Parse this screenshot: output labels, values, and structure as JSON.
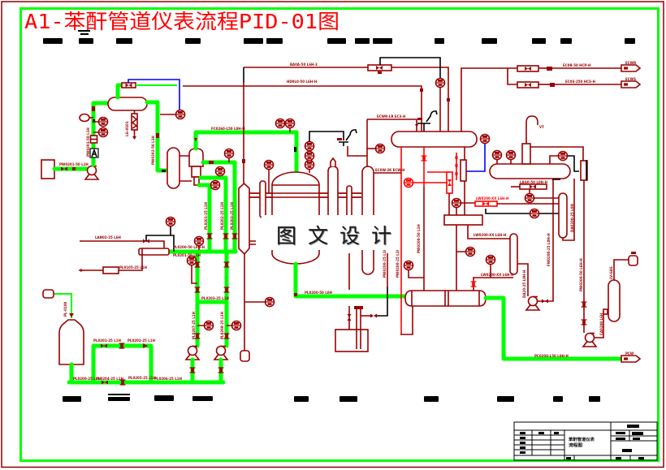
{
  "title": "A1-苯酐管道仪表流程PID-01图",
  "watermark": "图文设计",
  "colors": {
    "frame_outer": "#8b0000",
    "frame_inner": "#00ff00",
    "title": "#ff0000",
    "pipe": "#9a0000",
    "process_line": "#00ff00",
    "signal_blue": "#0000ff",
    "signal_black": "#000000",
    "instrument_red": "#ff0000"
  },
  "line_labels": [
    "BA0A-50 L6H-3",
    "HD0L0-50 L6H-H",
    "EC0R-50 HCP-H",
    "EC0S-250 HCS-H",
    "ECWR-LR EC3-H",
    "FC0260-L50 L0H-H",
    "PW0201-50 L1H",
    "LAN02-25 L6H",
    "PL0105-25 L1H",
    "PL0200-50 L0H-H",
    "PL0201-50 L1H",
    "PL0203-25 L1H",
    "PL0201-25 L1H",
    "PL0202-25 L1H",
    "PL0200-25 L1H",
    "PL0204-25 L1H",
    "PL0205-25 L1H",
    "PL0206-25 L1H",
    "PL0200-50 L0H",
    "EC0W-2K ECW-H",
    "LW0200-XX L6H-H",
    "LAG0-50 L0H-H",
    "LW0200-XX L6H-H",
    "LW0200-XX L6H-H",
    "PC0200-L50 L0H-H",
    "PW0201-50 L1H",
    "LG-0101",
    "PW0202-50 L1H",
    "PL0201-25 L1H",
    "PL0202-25 L1H",
    "PL0203-25 L1H",
    "PL0207-25 L1H",
    "PL0208-25 L1H",
    "PL-0100",
    "PW0200-25 L1H",
    "PW0200-25 L1H",
    "DA20-25 L0H-H",
    "FW0200-25 L0H-H",
    "PW0200-50 L6H-H",
    "LV-GAS",
    "CA0200 L6H",
    "DA0200-25 L0H",
    "VT",
    "PW0200-50 L1H"
  ],
  "connector_labels": [
    "ECWR",
    "ECWS",
    "PCW"
  ],
  "title_block": {
    "drawing_name": [
      "苯酐管道仪表",
      "流程图"
    ]
  }
}
